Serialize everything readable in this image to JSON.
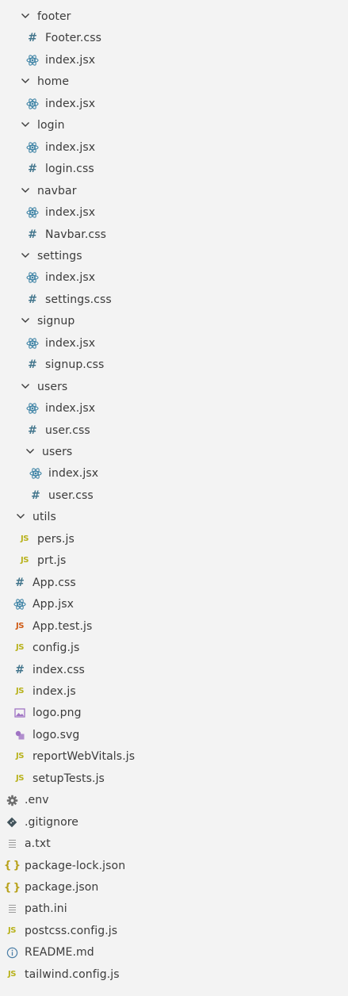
{
  "explorer": {
    "items": [
      {
        "label": "footer",
        "kind": "folder",
        "level": 1,
        "icon": "chevron-down-icon"
      },
      {
        "label": "Footer.css",
        "kind": "css",
        "level": 2,
        "icon": "css-hash-icon"
      },
      {
        "label": "index.jsx",
        "kind": "react",
        "level": 2,
        "icon": "react-icon"
      },
      {
        "label": "home",
        "kind": "folder",
        "level": 1,
        "icon": "chevron-down-icon"
      },
      {
        "label": "index.jsx",
        "kind": "react",
        "level": 2,
        "icon": "react-icon"
      },
      {
        "label": "login",
        "kind": "folder",
        "level": 1,
        "icon": "chevron-down-icon"
      },
      {
        "label": "index.jsx",
        "kind": "react",
        "level": 2,
        "icon": "react-icon"
      },
      {
        "label": "login.css",
        "kind": "css",
        "level": 2,
        "icon": "css-hash-icon"
      },
      {
        "label": "navbar",
        "kind": "folder",
        "level": 1,
        "icon": "chevron-down-icon"
      },
      {
        "label": "index.jsx",
        "kind": "react",
        "level": 2,
        "icon": "react-icon"
      },
      {
        "label": "Navbar.css",
        "kind": "css",
        "level": 2,
        "icon": "css-hash-icon"
      },
      {
        "label": "settings",
        "kind": "folder",
        "level": 1,
        "icon": "chevron-down-icon"
      },
      {
        "label": "index.jsx",
        "kind": "react",
        "level": 2,
        "icon": "react-icon"
      },
      {
        "label": "settings.css",
        "kind": "css",
        "level": 2,
        "icon": "css-hash-icon"
      },
      {
        "label": "signup",
        "kind": "folder",
        "level": 1,
        "icon": "chevron-down-icon"
      },
      {
        "label": "index.jsx",
        "kind": "react",
        "level": 2,
        "icon": "react-icon"
      },
      {
        "label": "signup.css",
        "kind": "css",
        "level": 2,
        "icon": "css-hash-icon"
      },
      {
        "label": "users",
        "kind": "folder",
        "level": 1,
        "icon": "chevron-down-icon"
      },
      {
        "label": "index.jsx",
        "kind": "react",
        "level": 2,
        "icon": "react-icon"
      },
      {
        "label": "user.css",
        "kind": "css",
        "level": 2,
        "icon": "css-hash-icon"
      },
      {
        "label": "users",
        "kind": "folder",
        "level": 1,
        "icon": "chevron-down-icon"
      },
      {
        "label": "index.jsx",
        "kind": "react",
        "level": 2,
        "icon": "react-icon"
      },
      {
        "label": "user.css",
        "kind": "css",
        "level": 2,
        "icon": "css-hash-icon"
      },
      {
        "label": "utils",
        "kind": "folder",
        "level": 0,
        "icon": "chevron-down-icon"
      },
      {
        "label": "pers.js",
        "kind": "js",
        "level": 1,
        "icon": "js-icon"
      },
      {
        "label": "prt.js",
        "kind": "js",
        "level": 1,
        "icon": "js-icon"
      },
      {
        "label": "App.css",
        "kind": "css",
        "level": 0,
        "icon": "css-hash-icon"
      },
      {
        "label": "App.jsx",
        "kind": "react",
        "level": 0,
        "icon": "react-icon"
      },
      {
        "label": "App.test.js",
        "kind": "test",
        "level": 0,
        "icon": "test-js-icon"
      },
      {
        "label": "config.js",
        "kind": "js",
        "level": 0,
        "icon": "js-icon"
      },
      {
        "label": "index.css",
        "kind": "css",
        "level": 0,
        "icon": "css-hash-icon"
      },
      {
        "label": "index.js",
        "kind": "js",
        "level": 0,
        "icon": "js-icon"
      },
      {
        "label": "logo.png",
        "kind": "image",
        "level": 0,
        "icon": "image-icon"
      },
      {
        "label": "logo.svg",
        "kind": "svg",
        "level": 0,
        "icon": "svg-icon"
      },
      {
        "label": "reportWebVitals.js",
        "kind": "js",
        "level": 0,
        "icon": "js-icon"
      },
      {
        "label": "setupTests.js",
        "kind": "js",
        "level": 0,
        "icon": "js-icon"
      },
      {
        "label": ".env",
        "kind": "gear",
        "level": -1,
        "icon": "gear-icon"
      },
      {
        "label": ".gitignore",
        "kind": "git",
        "level": -1,
        "icon": "git-icon"
      },
      {
        "label": "a.txt",
        "kind": "txt",
        "level": -1,
        "icon": "text-file-icon"
      },
      {
        "label": "package-lock.json",
        "kind": "json",
        "level": -1,
        "icon": "json-icon"
      },
      {
        "label": "package.json",
        "kind": "json",
        "level": -1,
        "icon": "json-icon"
      },
      {
        "label": "path.ini",
        "kind": "txt",
        "level": -1,
        "icon": "text-file-icon"
      },
      {
        "label": "postcss.config.js",
        "kind": "js",
        "level": -1,
        "icon": "js-icon"
      },
      {
        "label": "README.md",
        "kind": "info",
        "level": -1,
        "icon": "info-icon"
      },
      {
        "label": "tailwind.config.js",
        "kind": "js",
        "level": -1,
        "icon": "js-icon"
      }
    ]
  },
  "colors": {
    "background": "#f3f3f3",
    "text": "#3b3b3b",
    "css": "#42758c",
    "react": "#3f84a6",
    "js": "#b8b21b",
    "test": "#cf5a14",
    "image": "#a074c4",
    "json": "#b8a21b",
    "muted": "#6c6c6c"
  }
}
